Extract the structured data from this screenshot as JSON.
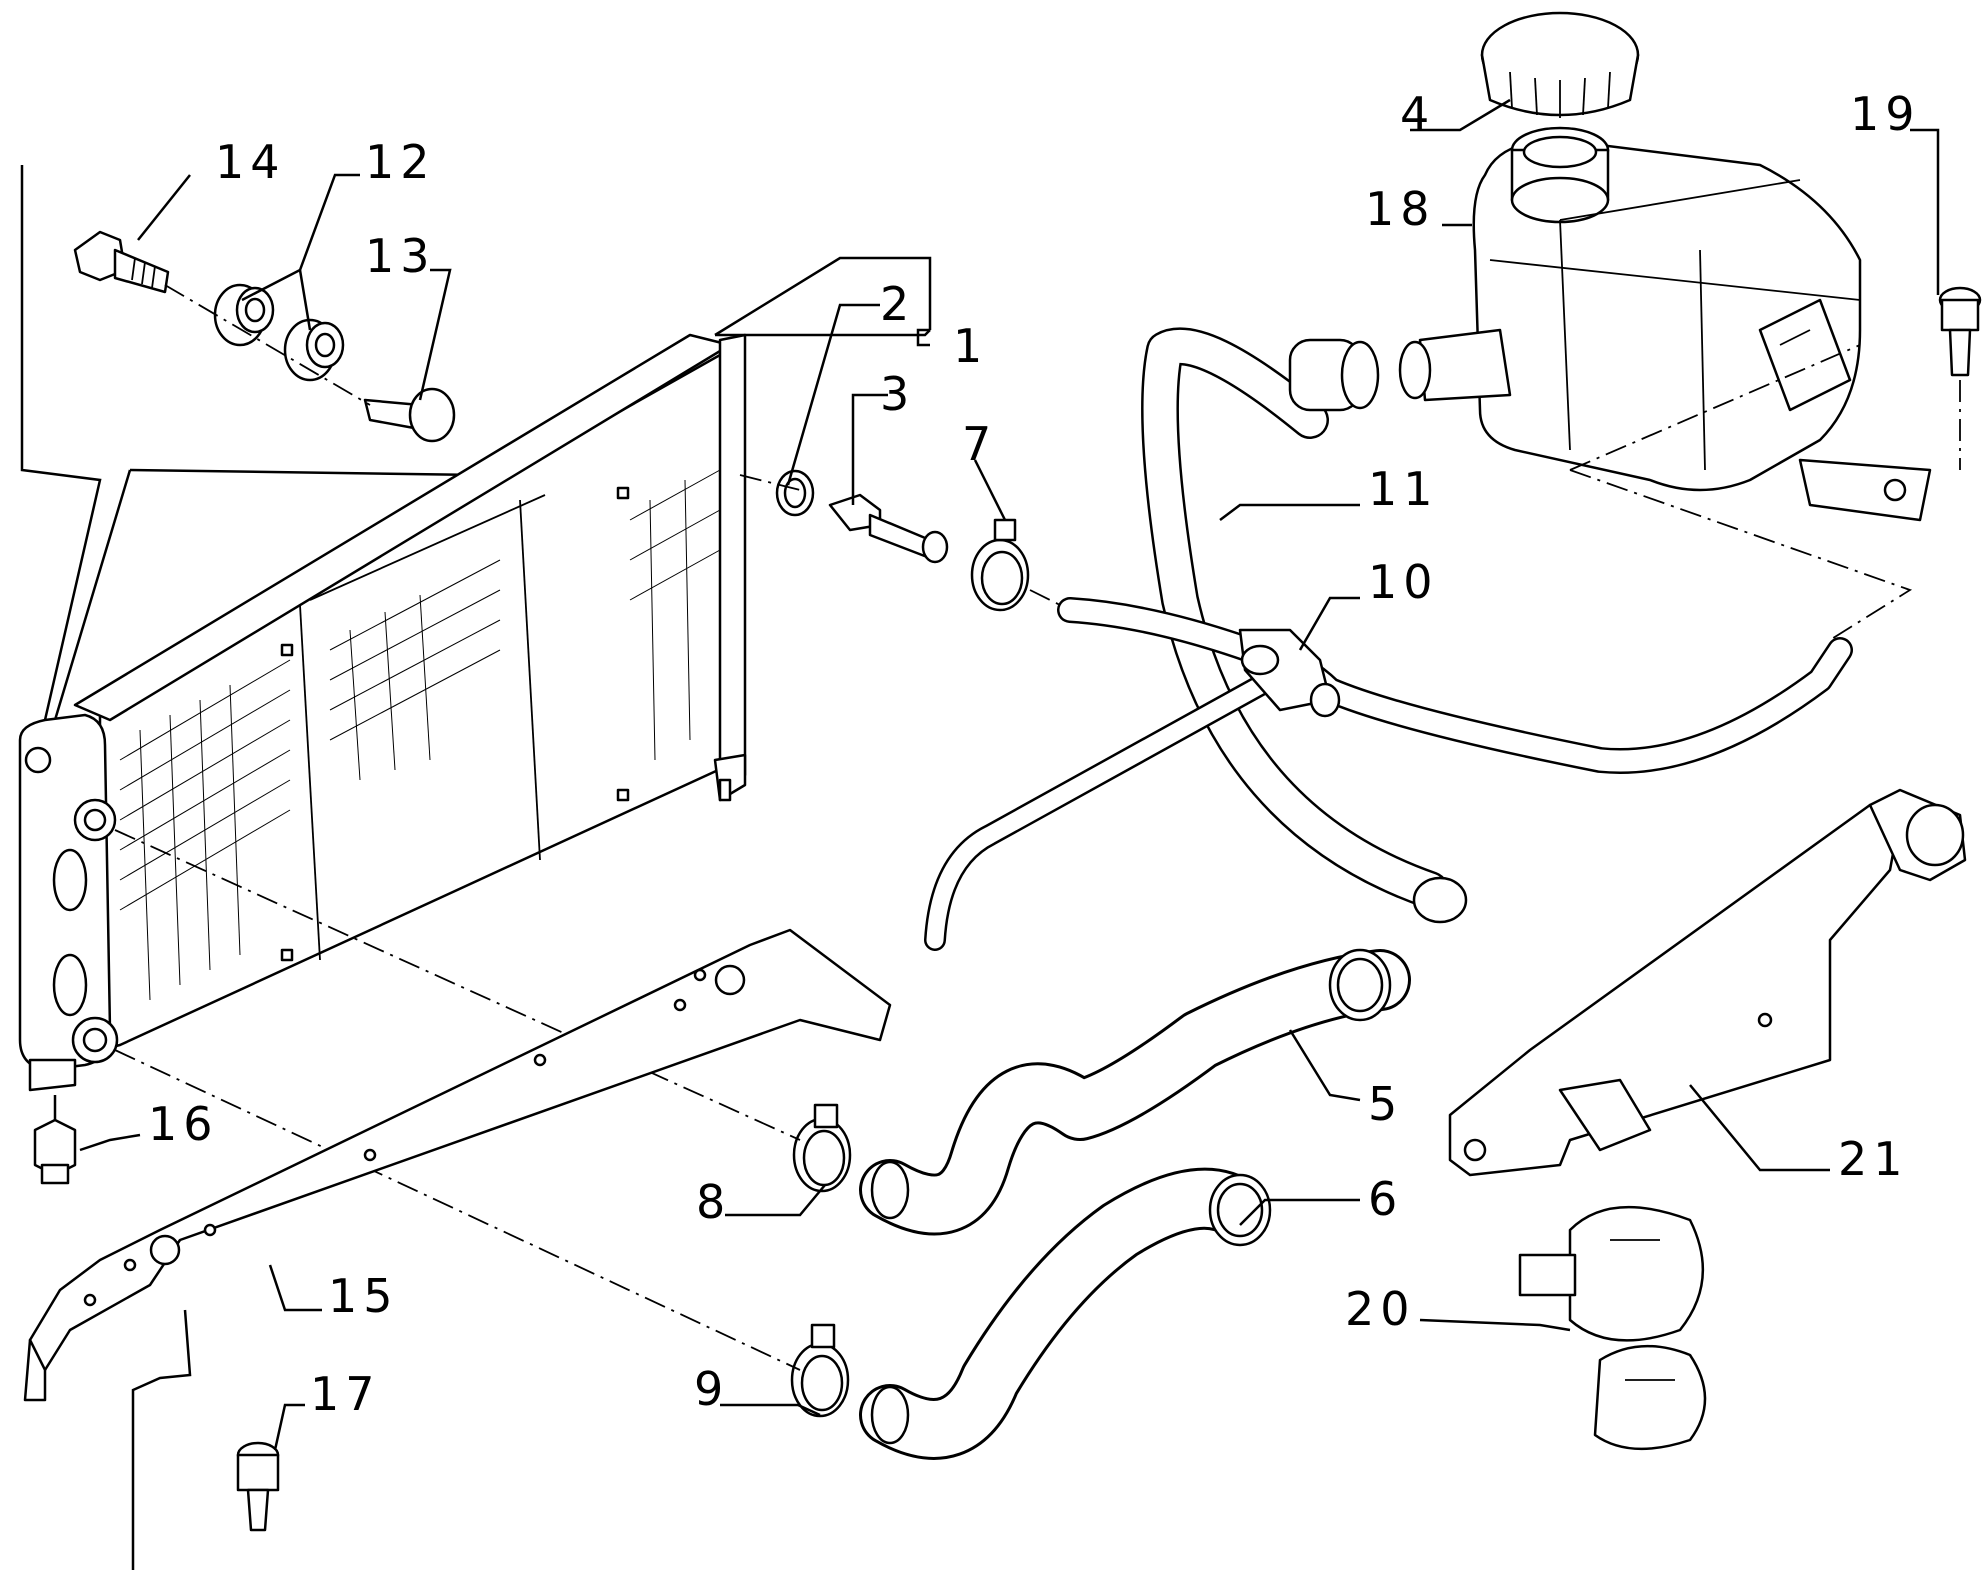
{
  "parts": [
    {
      "id": "1",
      "label": "1"
    },
    {
      "id": "2",
      "label": "2"
    },
    {
      "id": "3",
      "label": "3"
    },
    {
      "id": "4",
      "label": "4"
    },
    {
      "id": "5",
      "label": "5"
    },
    {
      "id": "6",
      "label": "6"
    },
    {
      "id": "7",
      "label": "7"
    },
    {
      "id": "8",
      "label": "8"
    },
    {
      "id": "9",
      "label": "9"
    },
    {
      "id": "10",
      "label": "10"
    },
    {
      "id": "11",
      "label": "11"
    },
    {
      "id": "12",
      "label": "12"
    },
    {
      "id": "13",
      "label": "13"
    },
    {
      "id": "14",
      "label": "14"
    },
    {
      "id": "15",
      "label": "15"
    },
    {
      "id": "16",
      "label": "16"
    },
    {
      "id": "17",
      "label": "17"
    },
    {
      "id": "18",
      "label": "18"
    },
    {
      "id": "19",
      "label": "19"
    },
    {
      "id": "20",
      "label": "20"
    },
    {
      "id": "21",
      "label": "21"
    }
  ]
}
